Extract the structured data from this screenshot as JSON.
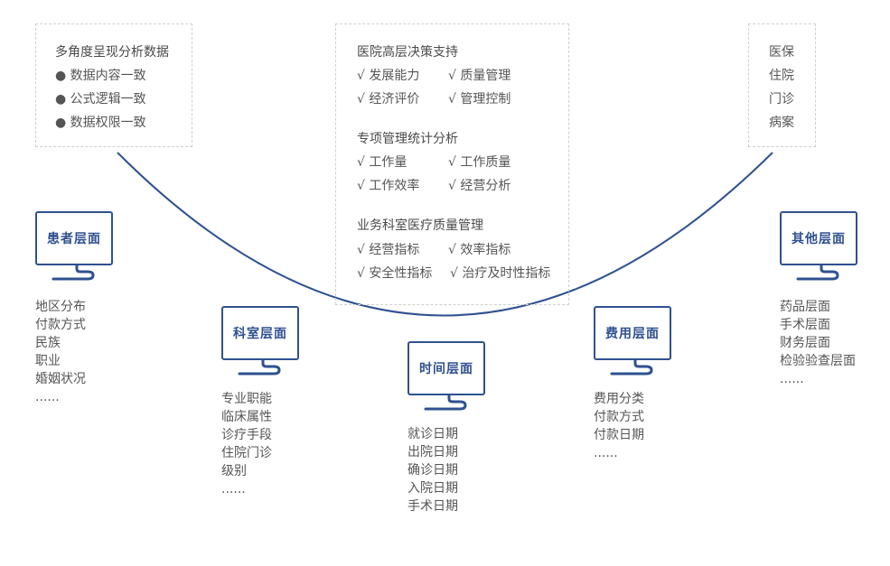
{
  "boxes": {
    "left": {
      "title": "多角度呈现分析数据",
      "items": [
        "● 数据内容一致",
        "● 公式逻辑一致",
        "● 数据权限一致"
      ]
    },
    "center": {
      "sections": [
        {
          "title": "医院高层决策支持",
          "items": [
            "√ 发展能力",
            "√ 质量管理",
            "√ 经济评价",
            "√ 管理控制"
          ]
        },
        {
          "title": "专项管理统计分析",
          "items": [
            "√ 工作量",
            "√ 工作质量",
            "√ 工作效率",
            "√ 经营分析"
          ]
        },
        {
          "title": "业务科室医疗质量管理",
          "items": [
            "√ 经营指标",
            "√ 效率指标",
            "√ 安全性指标",
            "√ 治疗及时性指标"
          ]
        }
      ]
    },
    "right": {
      "items": [
        "医保",
        "住院",
        "门诊",
        "病案"
      ]
    }
  },
  "layers": [
    {
      "label": "患者层面",
      "items": [
        "地区分布",
        "付款方式",
        "民族",
        "职业",
        "婚姻状况",
        "......"
      ]
    },
    {
      "label": "科室层面",
      "items": [
        "专业职能",
        "临床属性",
        "诊疗手段",
        "住院门诊",
        "级别",
        "......"
      ]
    },
    {
      "label": "时间层面",
      "items": [
        "就诊日期",
        "出院日期",
        "确诊日期",
        "入院日期",
        "手术日期"
      ]
    },
    {
      "label": "费用层面",
      "items": [
        "费用分类",
        "付款方式",
        "付款日期",
        "......"
      ]
    },
    {
      "label": "其他层面",
      "items": [
        "药品层面",
        "手术层面",
        "财务层面",
        "检验验查层面",
        "......"
      ]
    }
  ],
  "colors": {
    "accent": "#2f5190",
    "text": "#555555",
    "dashed_border": "#cfcfcf"
  }
}
